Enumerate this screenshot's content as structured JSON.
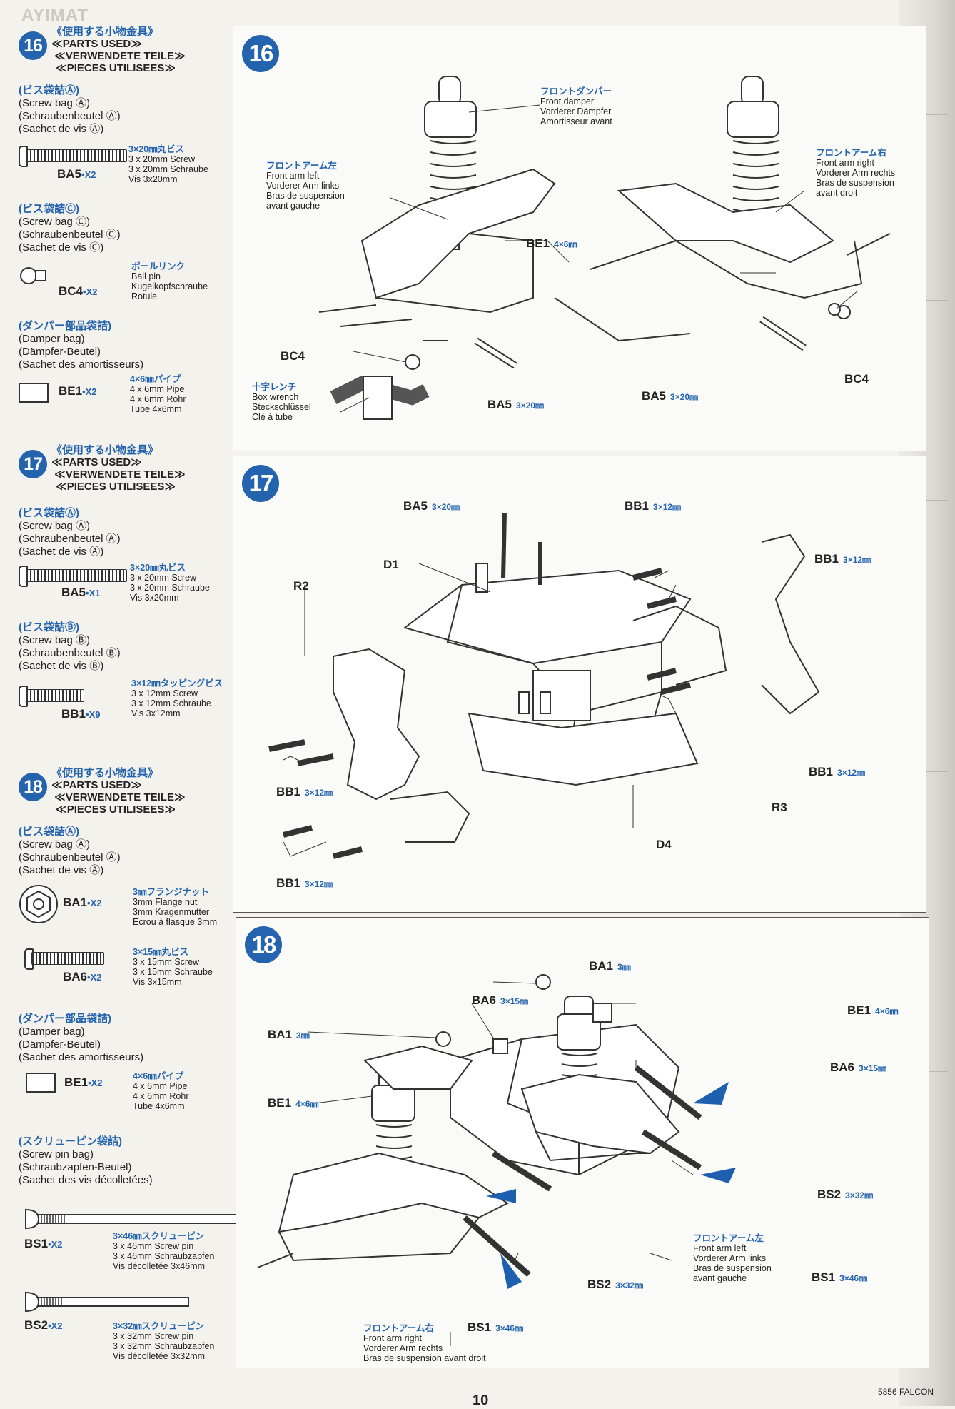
{
  "ghost_brand": "AYIMAT",
  "footer": {
    "code": "5856 FALCON",
    "page": "10"
  },
  "steps": [
    {
      "num": "16",
      "head": {
        "jp": "《使用する小物金具》",
        "en": "≪PARTS USED≫",
        "de": "≪VERWENDETE TEILE≫",
        "fr": "≪PIECES UTILISEES≫"
      },
      "bags": [
        {
          "jp": "(ビス袋詰Ⓐ)",
          "en": "(Screw bag Ⓐ)",
          "de": "(Schraubenbeutel Ⓐ)",
          "fr": "(Sachet de vis Ⓐ)",
          "parts": [
            {
              "code": "BA5",
              "qty": "•X2",
              "jp": "3×20㎜丸ビス",
              "l1": "3 x 20mm Screw",
              "l2": "3 x 20mm Schraube",
              "l3": "Vis 3x20mm"
            }
          ]
        },
        {
          "jp": "(ビス袋詰Ⓒ)",
          "en": "(Screw bag Ⓒ)",
          "de": "(Schraubenbeutel Ⓒ)",
          "fr": "(Sachet de vis Ⓒ)",
          "parts": [
            {
              "code": "BC4",
              "qty": "•X2",
              "jp": "ボールリンク",
              "l1": "Ball pin",
              "l2": "Kugelkopfschraube",
              "l3": "Rotule"
            }
          ]
        },
        {
          "jp": "(ダンパー部品袋詰)",
          "en": "(Damper bag)",
          "de": "(Dämpfer-Beutel)",
          "fr": "(Sachet des amortisseurs)",
          "parts": [
            {
              "code": "BE1",
              "qty": "•X2",
              "jp": "4×6㎜パイプ",
              "l1": "4 x 6mm Pipe",
              "l2": "4 x 6mm Rohr",
              "l3": "Tube 4x6mm"
            }
          ]
        }
      ]
    },
    {
      "num": "17",
      "head": {
        "jp": "《使用する小物金具》",
        "en": "≪PARTS USED≫",
        "de": "≪VERWENDETE TEILE≫",
        "fr": "≪PIECES UTILISEES≫"
      },
      "bags": [
        {
          "jp": "(ビス袋詰Ⓐ)",
          "en": "(Screw bag Ⓐ)",
          "de": "(Schraubenbeutel Ⓐ)",
          "fr": "(Sachet de vis Ⓐ)",
          "parts": [
            {
              "code": "BA5",
              "qty": "•X1",
              "jp": "3×20㎜丸ビス",
              "l1": "3 x 20mm Screw",
              "l2": "3 x 20mm Schraube",
              "l3": "Vis 3x20mm"
            }
          ]
        },
        {
          "jp": "(ビス袋詰Ⓑ)",
          "en": "(Screw bag Ⓑ)",
          "de": "(Schraubenbeutel Ⓑ)",
          "fr": "(Sachet de vis Ⓑ)",
          "parts": [
            {
              "code": "BB1",
              "qty": "•X9",
              "jp": "3×12㎜タッピングビス",
              "l1": "3 x 12mm Screw",
              "l2": "3 x 12mm Schraube",
              "l3": "Vis 3x12mm"
            }
          ]
        }
      ]
    },
    {
      "num": "18",
      "head": {
        "jp": "《使用する小物金具》",
        "en": "≪PARTS USED≫",
        "de": "≪VERWENDETE TEILE≫",
        "fr": "≪PIECES UTILISEES≫"
      },
      "bags": [
        {
          "jp": "(ビス袋詰Ⓐ)",
          "en": "(Screw bag Ⓐ)",
          "de": "(Schraubenbeutel Ⓐ)",
          "fr": "(Sachet de vis Ⓐ)",
          "parts": [
            {
              "code": "BA1",
              "qty": "•X2",
              "jp": "3㎜フランジナット",
              "l1": "3mm Flange nut",
              "l2": "3mm Kragenmutter",
              "l3": "Ecrou à flasque 3mm"
            },
            {
              "code": "BA6",
              "qty": "•X2",
              "jp": "3×15㎜丸ビス",
              "l1": "3 x 15mm Screw",
              "l2": "3 x 15mm Schraube",
              "l3": "Vis 3x15mm"
            }
          ]
        },
        {
          "jp": "(ダンパー部品袋詰)",
          "en": "(Damper bag)",
          "de": "(Dämpfer-Beutel)",
          "fr": "(Sachet des amortisseurs)",
          "parts": [
            {
              "code": "BE1",
              "qty": "•X2",
              "jp": "4×6㎜パイプ",
              "l1": "4 x 6mm Pipe",
              "l2": "4 x 6mm Rohr",
              "l3": "Tube 4x6mm"
            }
          ]
        },
        {
          "jp": "(スクリューピン袋詰)",
          "en": "(Screw pin bag)",
          "de": "(Schraubzapfen-Beutel)",
          "fr": "(Sachet des vis décolletées)",
          "parts": [
            {
              "code": "BS1",
              "qty": "•X2",
              "jp": "3×46㎜スクリューピン",
              "l1": "3 x 46mm Screw pin",
              "l2": "3 x 46mm Schraubzapfen",
              "l3": "Vis décolletée 3x46mm"
            },
            {
              "code": "BS2",
              "qty": "•X2",
              "jp": "3×32㎜スクリューピン",
              "l1": "3 x 32mm Screw pin",
              "l2": "3 x 32mm Schraubzapfen",
              "l3": "Vis décolletée 3x32mm"
            }
          ]
        }
      ]
    }
  ],
  "diagrams": {
    "d16": {
      "num": "16",
      "front_damper": {
        "jp": "フロントダンパー",
        "en": "Front damper",
        "de": "Vorderer Dämpfer",
        "fr": "Amortisseur avant"
      },
      "arm_left": {
        "jp": "フロントアーム左",
        "en": "Front arm left",
        "de": "Vorderer Arm links",
        "fr": "Bras de suspension",
        "fr2": "avant gauche"
      },
      "arm_right": {
        "jp": "フロントアーム右",
        "en": "Front arm right",
        "de": "Vorderer Arm rechts",
        "fr": "Bras de suspension",
        "fr2": "avant droit"
      },
      "box_wrench": {
        "jp": "十字レンチ",
        "en": "Box wrench",
        "de": "Steckschlüssel",
        "fr": "Clé à tube"
      },
      "labels": [
        {
          "code": "BE1",
          "size": "4×6㎜"
        },
        {
          "code": "BC4",
          "size": ""
        },
        {
          "code": "BA5",
          "size": "3×20㎜"
        },
        {
          "code": "BA5",
          "size": "3×20㎜"
        },
        {
          "code": "BC4",
          "size": ""
        }
      ]
    },
    "d17": {
      "num": "17",
      "labels": [
        {
          "code": "BA5",
          "size": "3×20㎜"
        },
        {
          "code": "BB1",
          "size": "3×12㎜"
        },
        {
          "code": "D1",
          "size": ""
        },
        {
          "code": "R2",
          "size": ""
        },
        {
          "code": "BB1",
          "size": "3×12㎜"
        },
        {
          "code": "BB1",
          "size": "3×12㎜"
        },
        {
          "code": "BB1",
          "size": "3×12㎜"
        },
        {
          "code": "R3",
          "size": ""
        },
        {
          "code": "D4",
          "size": ""
        },
        {
          "code": "BB1",
          "size": "3×12㎜"
        }
      ]
    },
    "d18": {
      "num": "18",
      "arm_left": {
        "jp": "フロントアーム左",
        "en": "Front arm left",
        "de": "Vorderer Arm links",
        "fr": "Bras de suspension",
        "fr2": "avant gauche"
      },
      "arm_right": {
        "jp": "フロントアーム右",
        "en": "Front arm right",
        "de": "Vorderer Arm rechts",
        "fr": "Bras de suspension avant droit"
      },
      "labels": [
        {
          "code": "BA1",
          "size": "3㎜"
        },
        {
          "code": "BA6",
          "size": "3×15㎜"
        },
        {
          "code": "BE1",
          "size": "4×6㎜"
        },
        {
          "code": "BA1",
          "size": "3㎜"
        },
        {
          "code": "BA6",
          "size": "3×15㎜"
        },
        {
          "code": "BE1",
          "size": "4×6㎜"
        },
        {
          "code": "BS2",
          "size": "3×32㎜"
        },
        {
          "code": "BS1",
          "size": "3×46㎜"
        },
        {
          "code": "BS2",
          "size": "3×32㎜"
        },
        {
          "code": "BS1",
          "size": "3×46㎜"
        }
      ]
    }
  },
  "colors": {
    "accent": "#2463ae",
    "arrow": "#1f5fb0"
  }
}
